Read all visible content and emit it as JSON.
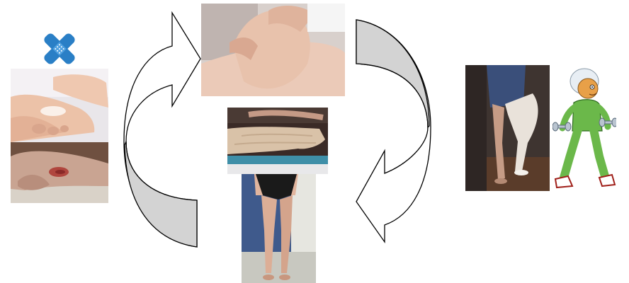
{
  "diagram": {
    "arrow_fill": "#d3d3d3",
    "arrow_stroke": "#000000",
    "icons": [
      "bandage-cross-icon",
      "walking-grandma-dumbbells-icon"
    ],
    "photos": [
      "skin-care-foot-photo",
      "ankle-wound-photo",
      "leg-massage-photo",
      "leg-bandaging-photo",
      "standing-legs-photo",
      "compression-stocking-leg-photo"
    ]
  }
}
